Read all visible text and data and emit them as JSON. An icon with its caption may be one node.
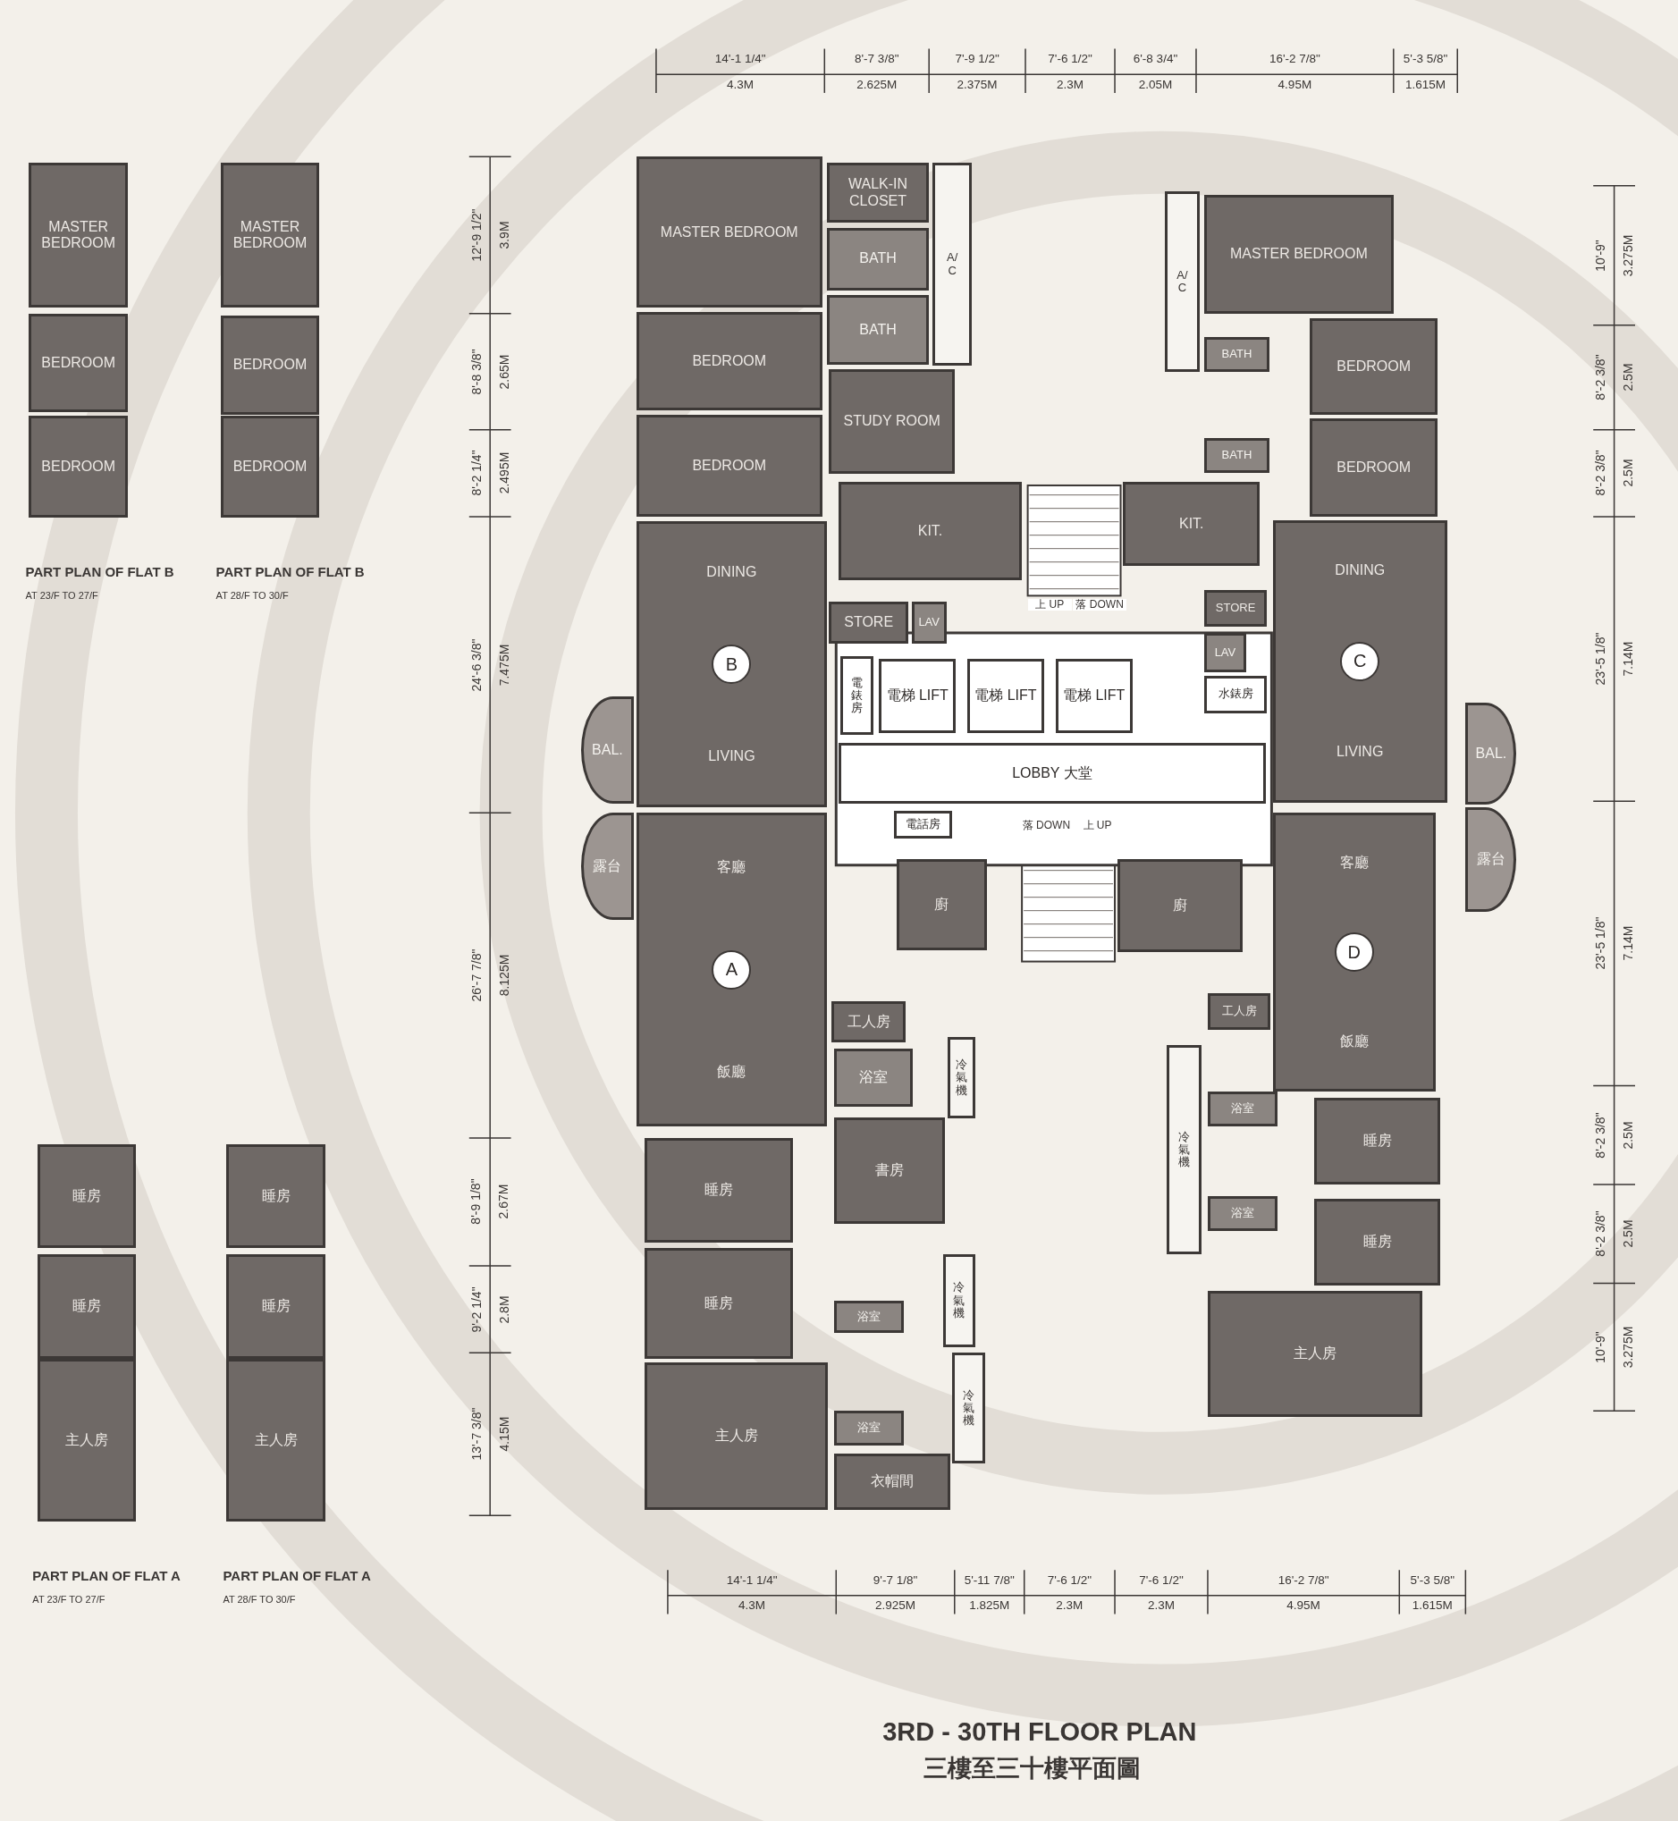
{
  "diagram": {
    "title": "3RD - 30TH FLOOR PLAN",
    "caption": "三樓至三十樓平面圖",
    "nodes": [
      {
        "text": [
          "MASTER BEDROOM"
        ]
      },
      {
        "text": [
          "WALK-IN CLOSET"
        ]
      },
      {
        "text": [
          "BATH"
        ]
      },
      {
        "text": [
          "BATH"
        ]
      },
      {
        "text": [
          "A/C"
        ]
      },
      {
        "text": [
          "BEDROOM"
        ]
      },
      {
        "text": [
          "STUDY ROOM"
        ]
      },
      {
        "text": [
          "BEDROOM"
        ]
      },
      {
        "text": [
          "KIT."
        ]
      },
      {
        "text": [
          "STORE"
        ]
      },
      {
        "text": [
          "LAV"
        ]
      },
      {
        "text": [
          "DINING",
          "LIVING"
        ]
      },
      {
        "text": [
          "B"
        ],
        "in": 11
      },
      {
        "text": [
          "BAL."
        ]
      },
      {
        "text": [
          "電錶房"
        ]
      },
      {
        "text": [
          "電梯 LIFT"
        ]
      },
      {
        "text": [
          "電梯 LIFT"
        ]
      },
      {
        "text": [
          "電梯 LIFT"
        ]
      },
      {
        "text": [
          "水錶房"
        ]
      },
      {
        "text": [
          "LOBBY 大堂"
        ]
      },
      {
        "text": [
          "MASTER BEDROOM"
        ]
      },
      {
        "text": [
          "A/C"
        ]
      },
      {
        "text": [
          "BATH"
        ]
      },
      {
        "text": [
          "BATH"
        ]
      },
      {
        "text": [
          "BEDROOM"
        ]
      },
      {
        "text": [
          "BEDROOM"
        ]
      },
      {
        "text": [
          "KIT."
        ]
      },
      {
        "text": [
          "STORE"
        ]
      },
      {
        "text": [
          "LAV"
        ]
      },
      {
        "text": [
          "DINING",
          "LIVING"
        ]
      },
      {
        "text": [
          "C"
        ],
        "in": 29
      },
      {
        "text": [
          "BAL."
        ]
      },
      {
        "text": [
          "露台"
        ]
      },
      {
        "text": [
          "客廳",
          "飯廳"
        ]
      },
      {
        "text": [
          "A"
        ],
        "in": 33
      },
      {
        "text": [
          "電話房"
        ]
      },
      {
        "text": [
          "廚"
        ]
      },
      {
        "text": [
          "工人房"
        ]
      },
      {
        "text": [
          "浴室"
        ]
      },
      {
        "text": [
          "冷氣機"
        ]
      },
      {
        "text": [
          "書房"
        ]
      },
      {
        "text": [
          "睡房"
        ]
      },
      {
        "text": [
          "睡房"
        ]
      },
      {
        "text": [
          "浴室"
        ]
      },
      {
        "text": [
          "冷氣機"
        ]
      },
      {
        "text": [
          "主人房"
        ]
      },
      {
        "text": [
          "浴室"
        ]
      },
      {
        "text": [
          "衣帽間"
        ]
      },
      {
        "text": [
          "冷氣機"
        ]
      },
      {
        "text": [
          "露台"
        ]
      },
      {
        "text": [
          "客廳",
          "飯廳"
        ]
      },
      {
        "text": [
          "D"
        ],
        "in": 50
      },
      {
        "text": [
          "廚"
        ]
      },
      {
        "text": [
          "工人房"
        ]
      },
      {
        "text": [
          "浴室"
        ]
      },
      {
        "text": [
          "冷氣機"
        ]
      },
      {
        "text": [
          "睡房"
        ]
      },
      {
        "text": [
          "浴室"
        ]
      },
      {
        "text": [
          "睡房"
        ]
      },
      {
        "text": [
          "主人房"
        ]
      },
      {
        "text": [
          "MASTER BEDROOM"
        ]
      },
      {
        "text": [
          "BEDROOM"
        ]
      },
      {
        "text": [
          "BEDROOM"
        ]
      },
      {
        "text": [
          "MASTER BEDROOM"
        ]
      },
      {
        "text": [
          "BEDROOM"
        ]
      },
      {
        "text": [
          "BEDROOM"
        ]
      },
      {
        "text": [
          "睡房"
        ]
      },
      {
        "text": [
          "睡房"
        ]
      },
      {
        "text": [
          "主人房"
        ]
      },
      {
        "text": [
          "睡房"
        ]
      },
      {
        "text": [
          "睡房"
        ]
      },
      {
        "text": [
          "主人房"
        ]
      }
    ],
    "labels": [
      "14'-1 1/4\"",
      "8'-7 3/8\"",
      "7'-9 1/2\"",
      "7'-6 1/2\"",
      "6'-8 3/4\"",
      "16'-2 7/8\"",
      "5'-3 5/8\"",
      "4.3M",
      "2.625M",
      "2.375M",
      "2.3M",
      "2.05M",
      "4.95M",
      "1.615M",
      "12'-9 1/2\"",
      "3.9M",
      "8'-8 3/8\"",
      "2.65M",
      "8'-2 1/4\"",
      "2.495M",
      "24'-6 3/8\"",
      "7.475M",
      "26'-7 7/8\"",
      "8.125M",
      "8'-9 1/8\"",
      "2.67M",
      "9'-2 1/4\"",
      "2.8M",
      "13'-7 3/8\"",
      "4.15M",
      "10'-9\"",
      "3.275M",
      "8'-2 3/8\"",
      "2.5M",
      "8'-2 3/8\"",
      "2.5M",
      "23'-5 1/8\"",
      "7.14M",
      "23'-5 1/8\"",
      "7.14M",
      "8'-2 3/8\"",
      "2.5M",
      "8'-2 3/8\"",
      "2.5M",
      "10'-9\"",
      "3.275M",
      "14'-1 1/4\"",
      "9'-7 1/8\"",
      "5'-11 7/8\"",
      "7'-6 1/2\"",
      "7'-6 1/2\"",
      "16'-2 7/8\"",
      "5'-3 5/8\"",
      "4.3M",
      "2.925M",
      "1.825M",
      "2.3M",
      "2.3M",
      "4.95M",
      "1.615M",
      "PART PLAN OF FLAT B",
      "AT 23/F TO 27/F",
      "PART PLAN OF FLAT B",
      "AT 28/F TO 30/F",
      "PART PLAN OF FLAT A",
      "AT 23/F TO 27/F",
      "PART PLAN OF FLAT A",
      "AT 28/F TO 30/F",
      "上 UP",
      "落 DOWN",
      "落 DOWN",
      "上 UP"
    ]
  }
}
